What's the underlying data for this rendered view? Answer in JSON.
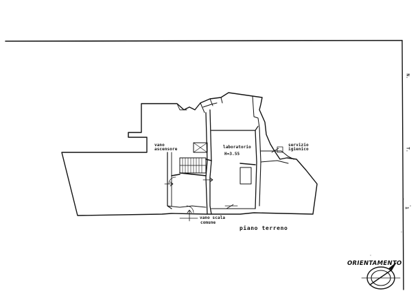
{
  "plan": {
    "floor_title": "piano terreno",
    "orientation_label": "ORIENTAMENTO",
    "margin_marks": [
      "N.",
      "T.",
      "1"
    ],
    "rooms": {
      "vano_ascensore": [
        "vano",
        "ascensore"
      ],
      "laboratorio": [
        "laboratorio",
        "H=3.55"
      ],
      "servizio_igienico": [
        "servizio",
        "igienico"
      ],
      "vano_scala_comune": [
        "vano scala",
        "comune"
      ]
    }
  },
  "colors": {
    "ink": "#111111",
    "paper": "#ffffff"
  }
}
